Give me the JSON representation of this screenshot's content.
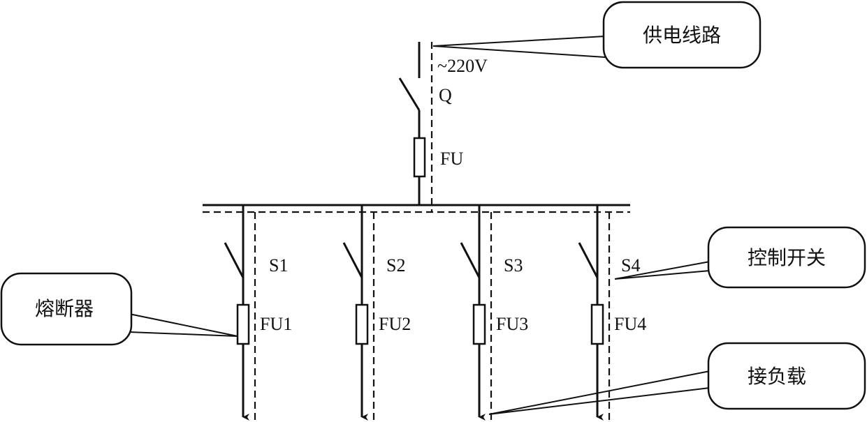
{
  "labels": {
    "voltage": "~220V",
    "main_switch": "Q",
    "main_fuse": "FU",
    "branch_switches": [
      "S1",
      "S2",
      "S3",
      "S4"
    ],
    "branch_fuses": [
      "FU1",
      "FU2",
      "FU3",
      "FU4"
    ]
  },
  "callouts": {
    "supply_line": "供电线路",
    "control_switch": "控制开关",
    "fuse": "熔断器",
    "load": "接负载"
  }
}
